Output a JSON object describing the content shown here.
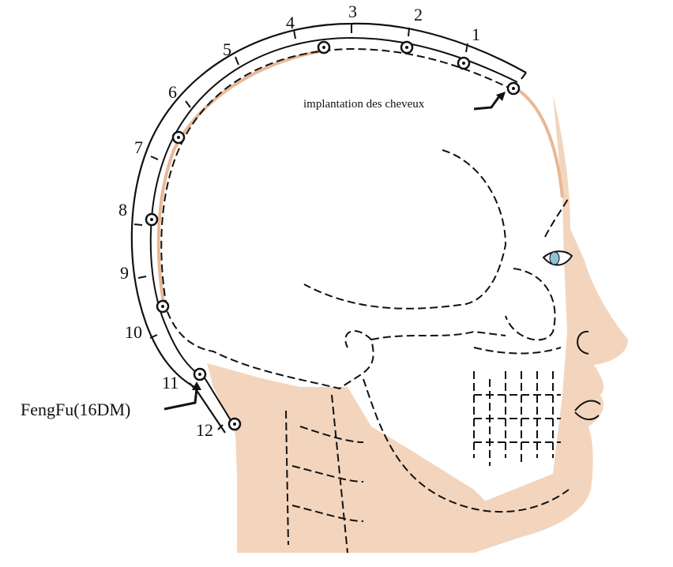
{
  "title": "Head meridian points diagram",
  "colors": {
    "skin": "#f3d5bd",
    "line": "#111111",
    "eye": "#8fc3d6"
  },
  "point_numbers": [
    "1",
    "2",
    "3",
    "4",
    "5",
    "6",
    "7",
    "8",
    "9",
    "10",
    "11",
    "12"
  ],
  "annotations": {
    "hairline": "implantation des cheveux",
    "fengfu": "FengFu(16DM)"
  }
}
